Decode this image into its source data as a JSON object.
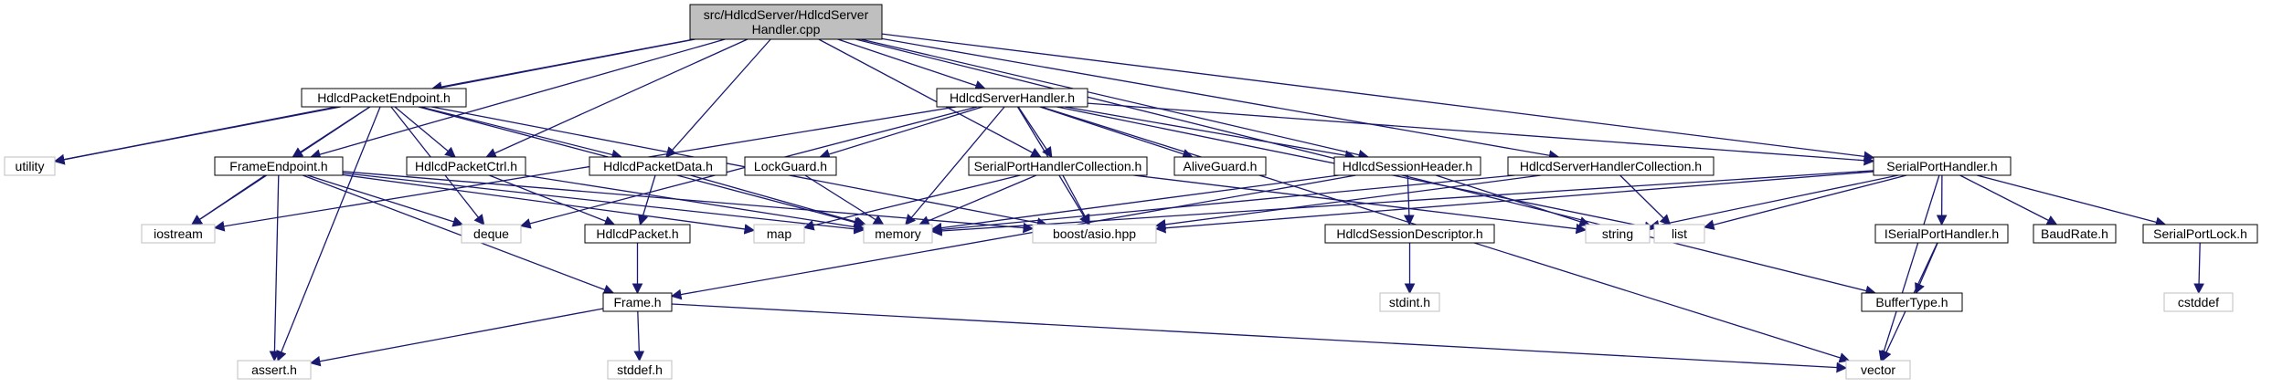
{
  "graph": {
    "root": "src/HdlcdServer/HdlcdServerHandler.cpp",
    "nodes": [
      {
        "id": "root",
        "lines": [
          "src/HdlcdServer/HdlcdServer",
          "Handler.cpp"
        ],
        "kind": "root"
      },
      {
        "id": "hpe",
        "lines": [
          "HdlcdPacketEndpoint.h"
        ],
        "kind": "internal"
      },
      {
        "id": "hsh",
        "lines": [
          "HdlcdServerHandler.h"
        ],
        "kind": "internal"
      },
      {
        "id": "utility",
        "lines": [
          "utility"
        ],
        "kind": "external"
      },
      {
        "id": "fe",
        "lines": [
          "FrameEndpoint.h"
        ],
        "kind": "internal"
      },
      {
        "id": "hpc",
        "lines": [
          "HdlcdPacketCtrl.h"
        ],
        "kind": "internal"
      },
      {
        "id": "hpd",
        "lines": [
          "HdlcdPacketData.h"
        ],
        "kind": "internal"
      },
      {
        "id": "lg",
        "lines": [
          "LockGuard.h"
        ],
        "kind": "internal"
      },
      {
        "id": "sphc",
        "lines": [
          "SerialPortHandlerCollection.h"
        ],
        "kind": "internal"
      },
      {
        "id": "ag",
        "lines": [
          "AliveGuard.h"
        ],
        "kind": "internal"
      },
      {
        "id": "hsesh",
        "lines": [
          "HdlcdSessionHeader.h"
        ],
        "kind": "internal"
      },
      {
        "id": "hshc",
        "lines": [
          "HdlcdServerHandlerCollection.h"
        ],
        "kind": "internal"
      },
      {
        "id": "sph",
        "lines": [
          "SerialPortHandler.h"
        ],
        "kind": "internal"
      },
      {
        "id": "iostream",
        "lines": [
          "iostream"
        ],
        "kind": "external"
      },
      {
        "id": "deque",
        "lines": [
          "deque"
        ],
        "kind": "external"
      },
      {
        "id": "hp",
        "lines": [
          "HdlcdPacket.h"
        ],
        "kind": "internal"
      },
      {
        "id": "map",
        "lines": [
          "map"
        ],
        "kind": "external"
      },
      {
        "id": "memory",
        "lines": [
          "memory"
        ],
        "kind": "external"
      },
      {
        "id": "asio",
        "lines": [
          "boost/asio.hpp"
        ],
        "kind": "external"
      },
      {
        "id": "hsd",
        "lines": [
          "HdlcdSessionDescriptor.h"
        ],
        "kind": "internal"
      },
      {
        "id": "string",
        "lines": [
          "string"
        ],
        "kind": "external"
      },
      {
        "id": "list",
        "lines": [
          "list"
        ],
        "kind": "external"
      },
      {
        "id": "isph",
        "lines": [
          "ISerialPortHandler.h"
        ],
        "kind": "internal"
      },
      {
        "id": "br",
        "lines": [
          "BaudRate.h"
        ],
        "kind": "internal"
      },
      {
        "id": "spl",
        "lines": [
          "SerialPortLock.h"
        ],
        "kind": "internal"
      },
      {
        "id": "frame",
        "lines": [
          "Frame.h"
        ],
        "kind": "internal"
      },
      {
        "id": "stdint",
        "lines": [
          "stdint.h"
        ],
        "kind": "external"
      },
      {
        "id": "buft",
        "lines": [
          "BufferType.h"
        ],
        "kind": "internal"
      },
      {
        "id": "cstddef",
        "lines": [
          "cstddef"
        ],
        "kind": "external"
      },
      {
        "id": "assert",
        "lines": [
          "assert.h"
        ],
        "kind": "external"
      },
      {
        "id": "stddef",
        "lines": [
          "stddef.h"
        ],
        "kind": "external"
      },
      {
        "id": "vector",
        "lines": [
          "vector"
        ],
        "kind": "external"
      }
    ],
    "edges": [
      [
        "root",
        "hpe"
      ],
      [
        "root",
        "hsh"
      ],
      [
        "root",
        "utility"
      ],
      [
        "root",
        "fe"
      ],
      [
        "root",
        "hpc"
      ],
      [
        "root",
        "hpd"
      ],
      [
        "root",
        "sphc"
      ],
      [
        "root",
        "hsesh"
      ],
      [
        "root",
        "hshc"
      ],
      [
        "root",
        "sph"
      ],
      [
        "root",
        "buft"
      ],
      [
        "hpe",
        "utility"
      ],
      [
        "hpe",
        "fe"
      ],
      [
        "hpe",
        "hpc"
      ],
      [
        "hpe",
        "hpd"
      ],
      [
        "hpe",
        "iostream"
      ],
      [
        "hpe",
        "memory"
      ],
      [
        "hpe",
        "asio"
      ],
      [
        "hpe",
        "assert"
      ],
      [
        "hpe",
        "deque"
      ],
      [
        "hsh",
        "iostream"
      ],
      [
        "hsh",
        "deque"
      ],
      [
        "hsh",
        "lg"
      ],
      [
        "hsh",
        "sphc"
      ],
      [
        "hsh",
        "ag"
      ],
      [
        "hsh",
        "hsesh"
      ],
      [
        "hsh",
        "sph"
      ],
      [
        "hsh",
        "memory"
      ],
      [
        "hsh",
        "asio"
      ],
      [
        "hsh",
        "list"
      ],
      [
        "hsh",
        "vector"
      ],
      [
        "fe",
        "iostream"
      ],
      [
        "fe",
        "deque"
      ],
      [
        "fe",
        "memory"
      ],
      [
        "fe",
        "asio"
      ],
      [
        "fe",
        "map"
      ],
      [
        "fe",
        "frame"
      ],
      [
        "fe",
        "assert"
      ],
      [
        "hpc",
        "hp"
      ],
      [
        "hpc",
        "memory"
      ],
      [
        "hpd",
        "hp"
      ],
      [
        "hpd",
        "memory"
      ],
      [
        "lg",
        "memory"
      ],
      [
        "sphc",
        "map"
      ],
      [
        "sphc",
        "memory"
      ],
      [
        "sphc",
        "asio"
      ],
      [
        "sphc",
        "string"
      ],
      [
        "hsesh",
        "hsd"
      ],
      [
        "hsesh",
        "string"
      ],
      [
        "hsesh",
        "frame"
      ],
      [
        "hsesh",
        "memory"
      ],
      [
        "hshc",
        "memory"
      ],
      [
        "hshc",
        "asio"
      ],
      [
        "hshc",
        "list"
      ],
      [
        "sph",
        "memory"
      ],
      [
        "sph",
        "asio"
      ],
      [
        "sph",
        "string"
      ],
      [
        "sph",
        "list"
      ],
      [
        "sph",
        "isph"
      ],
      [
        "sph",
        "br"
      ],
      [
        "sph",
        "spl"
      ],
      [
        "sph",
        "vector"
      ],
      [
        "hp",
        "frame"
      ],
      [
        "hsd",
        "stdint"
      ],
      [
        "isph",
        "buft"
      ],
      [
        "isph",
        "vector"
      ],
      [
        "spl",
        "cstddef"
      ],
      [
        "frame",
        "assert"
      ],
      [
        "frame",
        "stddef"
      ],
      [
        "frame",
        "vector"
      ]
    ]
  }
}
